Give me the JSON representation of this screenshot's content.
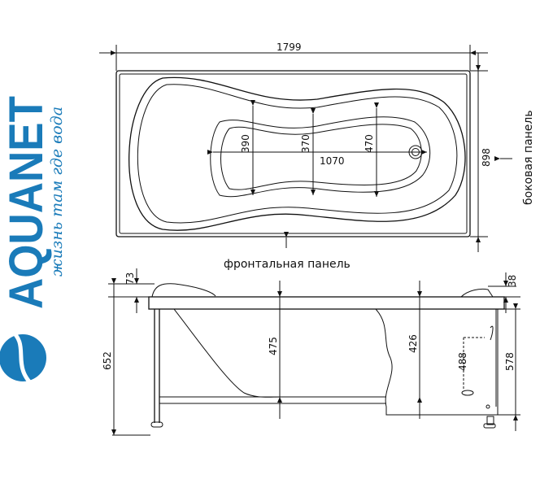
{
  "brand": {
    "name": "AQUANET",
    "tagline": "жизнь там где вода",
    "color": "#1a7bb9"
  },
  "top_view": {
    "length": "1799",
    "width": "898",
    "inner_length": "1070",
    "depths": [
      "390",
      "370",
      "470"
    ],
    "side_panel_label": "боковая панель",
    "front_panel_label": "фронтальная панель"
  },
  "side_view": {
    "total_height": "652",
    "headrest": "73",
    "left_depth": "475",
    "right_depth": "426",
    "overflow_height": "488",
    "right_height": "578",
    "rim_right": "38"
  }
}
